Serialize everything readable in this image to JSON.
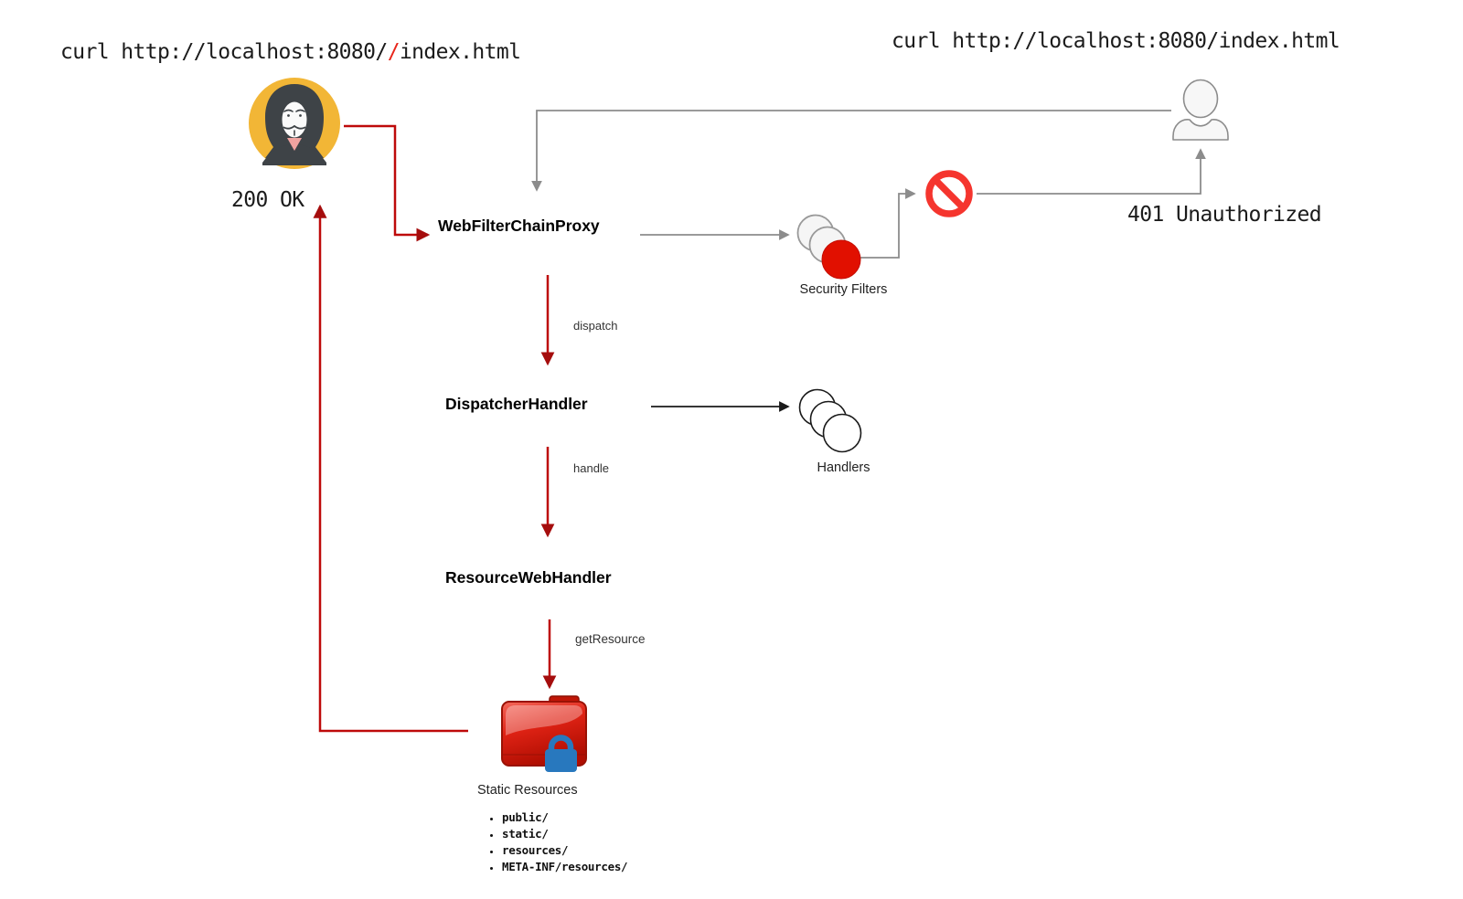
{
  "title": "Spring Security WebFilterChainProxy bypass diagram",
  "commands": {
    "curl_attacker": {
      "prefix": "curl http://localhost:8080/",
      "highlight": "/",
      "suffix": "index.html"
    },
    "curl_user": "curl http://localhost:8080/index.html"
  },
  "responses": {
    "attacker": "200 OK",
    "user": "401 Unauthorized"
  },
  "nodes": {
    "web_filter_chain_proxy": "WebFilterChainProxy",
    "dispatcher_handler": "DispatcherHandler",
    "resource_web_handler": "ResourceWebHandler",
    "security_filters": "Security Filters",
    "handlers": "Handlers",
    "static_resources": "Static Resources"
  },
  "edges": {
    "dispatch": "dispatch",
    "handle": "handle",
    "get_resource": "getResource"
  },
  "resource_paths": [
    "public/",
    "static/",
    "resources/",
    "META-INF/resources/"
  ],
  "icons": {
    "attacker": "anonymous-attacker-icon",
    "user": "person-icon",
    "security_filters": "stacked-filter-circles-icon",
    "handlers": "stacked-handler-circles-icon",
    "blocked": "no-entry-icon",
    "static_resources": "locked-red-folder-icon"
  },
  "colors": {
    "attack_path_red": "#be0a0a",
    "normal_path_gray": "#8c8c8c",
    "handler_path_black": "#1a1a1a",
    "attacker_badge_yellow": "#f2b636",
    "filter_red": "#e11000",
    "no_entry_red": "#f5352e",
    "folder_red": "#d32112",
    "lock_blue": "#2878be"
  }
}
